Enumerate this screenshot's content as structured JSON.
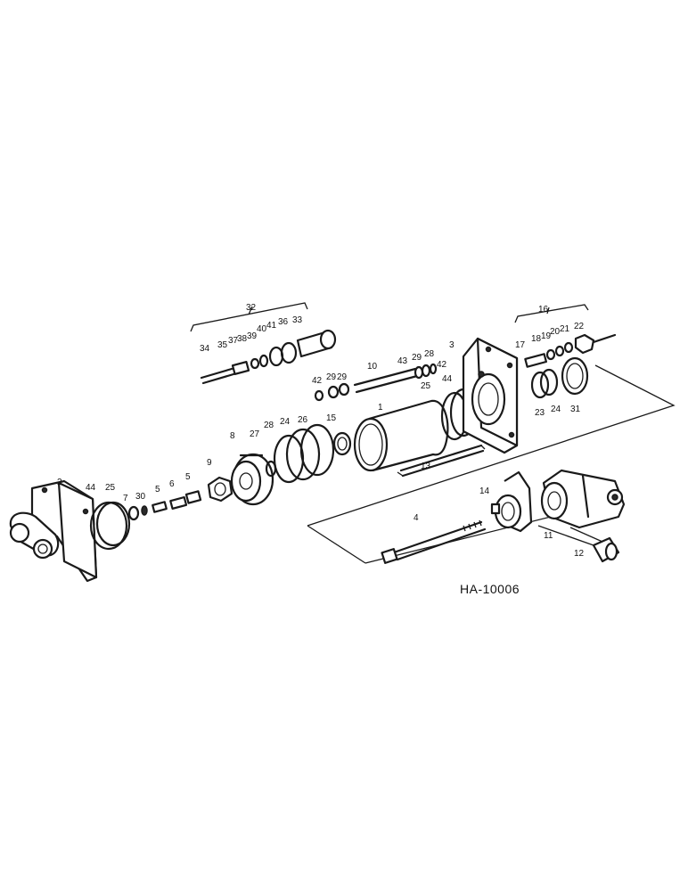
{
  "drawing_code": "HA-10006",
  "callouts": [
    {
      "id": "c32",
      "text": "32"
    },
    {
      "id": "c34",
      "text": "34"
    },
    {
      "id": "c35",
      "text": "35"
    },
    {
      "id": "c37",
      "text": "37"
    },
    {
      "id": "c38",
      "text": "38"
    },
    {
      "id": "c39",
      "text": "39"
    },
    {
      "id": "c40",
      "text": "40"
    },
    {
      "id": "c41",
      "text": "41"
    },
    {
      "id": "c36",
      "text": "36"
    },
    {
      "id": "c33",
      "text": "33"
    },
    {
      "id": "c16",
      "text": "16"
    },
    {
      "id": "c17",
      "text": "17"
    },
    {
      "id": "c18",
      "text": "18"
    },
    {
      "id": "c19",
      "text": "19"
    },
    {
      "id": "c20",
      "text": "20"
    },
    {
      "id": "c21",
      "text": "21"
    },
    {
      "id": "c22",
      "text": "22"
    },
    {
      "id": "c3",
      "text": "3"
    },
    {
      "id": "c43",
      "text": "43"
    },
    {
      "id": "c29a",
      "text": "29"
    },
    {
      "id": "c28a",
      "text": "28"
    },
    {
      "id": "c42a",
      "text": "42"
    },
    {
      "id": "c10",
      "text": "10"
    },
    {
      "id": "c42b",
      "text": "42"
    },
    {
      "id": "c29b",
      "text": "29"
    },
    {
      "id": "c29c",
      "text": "29"
    },
    {
      "id": "c25a",
      "text": "25"
    },
    {
      "id": "c44a",
      "text": "44"
    },
    {
      "id": "c1",
      "text": "1"
    },
    {
      "id": "c23",
      "text": "23"
    },
    {
      "id": "c24a",
      "text": "24"
    },
    {
      "id": "c31",
      "text": "31"
    },
    {
      "id": "c8",
      "text": "8"
    },
    {
      "id": "c27",
      "text": "27"
    },
    {
      "id": "c28b",
      "text": "28"
    },
    {
      "id": "c24b",
      "text": "24"
    },
    {
      "id": "c26",
      "text": "26"
    },
    {
      "id": "c15",
      "text": "15"
    },
    {
      "id": "c13",
      "text": "13"
    },
    {
      "id": "c9",
      "text": "9"
    },
    {
      "id": "c2",
      "text": "2"
    },
    {
      "id": "c44b",
      "text": "44"
    },
    {
      "id": "c25b",
      "text": "25"
    },
    {
      "id": "c7",
      "text": "7"
    },
    {
      "id": "c30",
      "text": "30"
    },
    {
      "id": "c5a",
      "text": "5"
    },
    {
      "id": "c6",
      "text": "6"
    },
    {
      "id": "c5b",
      "text": "5"
    },
    {
      "id": "c14",
      "text": "14"
    },
    {
      "id": "c4",
      "text": "4"
    },
    {
      "id": "c11",
      "text": "11"
    },
    {
      "id": "c12",
      "text": "12"
    }
  ]
}
